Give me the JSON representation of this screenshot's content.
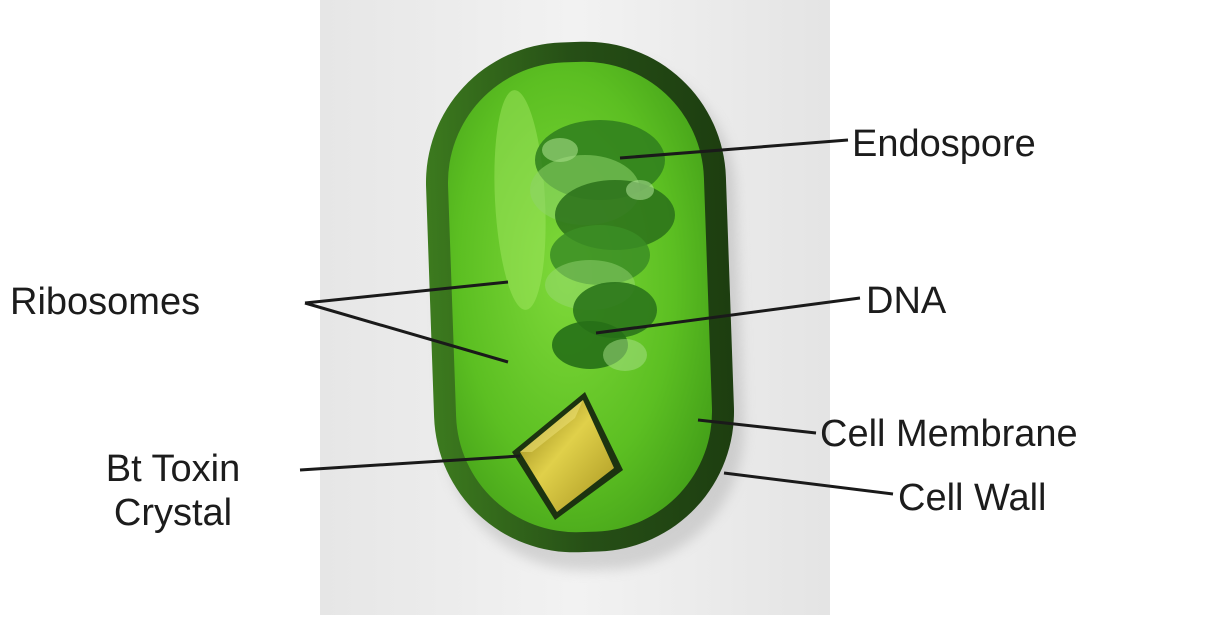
{
  "diagram": {
    "labels": {
      "endospore": "Endospore",
      "ribosomes": "Ribosomes",
      "dna": "DNA",
      "cell_membrane": "Cell Membrane",
      "bt_toxin_line1": "Bt Toxin",
      "bt_toxin_line2": "Crystal",
      "cell_wall": "Cell Wall"
    },
    "colors": {
      "cell_wall": "#2e5f1c",
      "cytoplasm": "#5cbf22",
      "nucleoid": "#2b7a1c",
      "crystal": "#c9b828",
      "leader_line": "#1a1a1a"
    }
  }
}
